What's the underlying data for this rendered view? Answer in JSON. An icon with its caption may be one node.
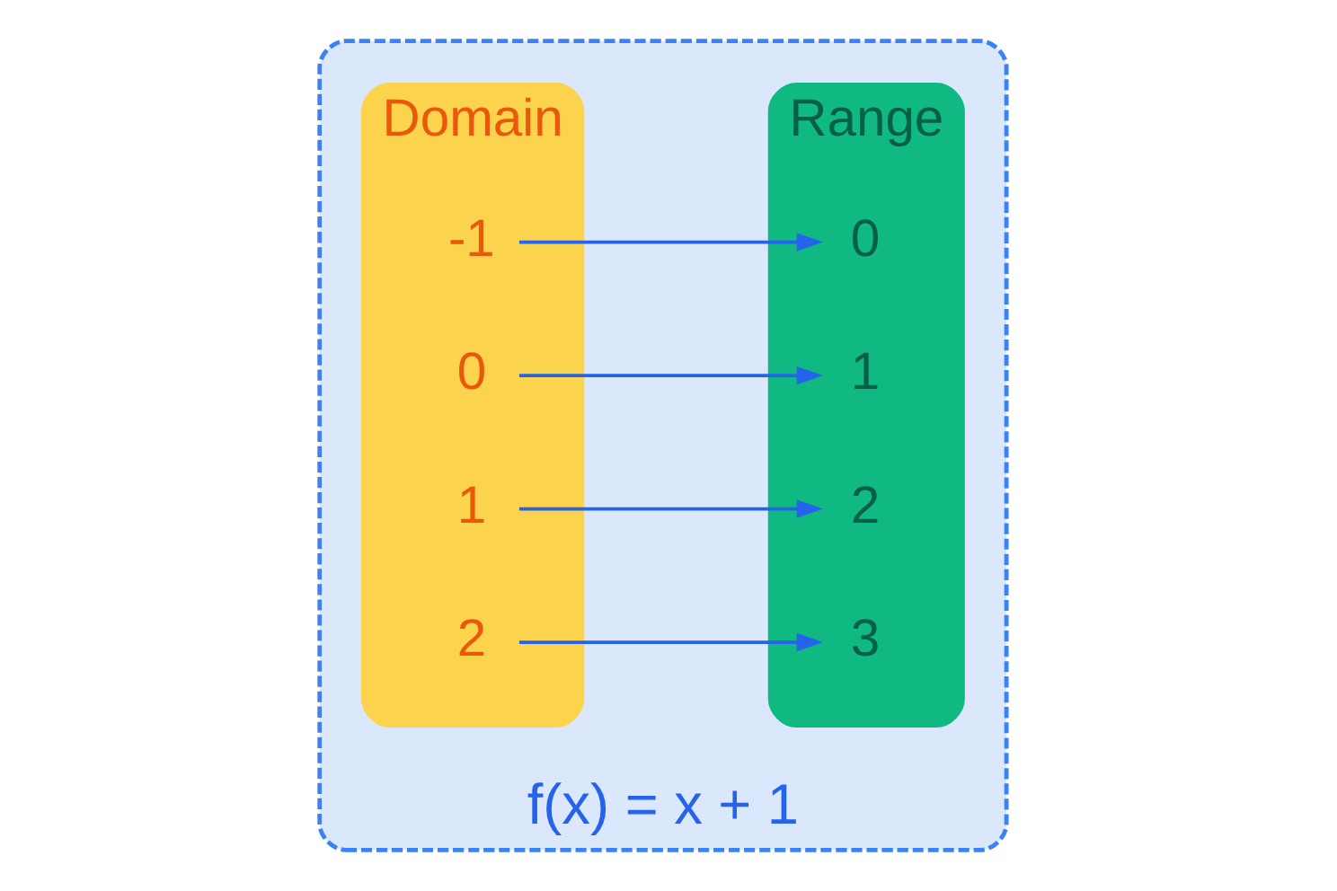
{
  "diagram": {
    "nodes": [
      {
        "text": [
          "f(x) = x + 1"
        ]
      },
      {
        "text": [
          "Domain"
        ],
        "in": 0
      },
      {
        "text": [
          "-1"
        ],
        "in": 1
      },
      {
        "text": [
          "0"
        ],
        "in": 1
      },
      {
        "text": [
          "1"
        ],
        "in": 1
      },
      {
        "text": [
          "2"
        ],
        "in": 1
      },
      {
        "text": [
          "Range"
        ],
        "in": 0
      },
      {
        "text": [
          "0"
        ],
        "in": 6
      },
      {
        "text": [
          "1"
        ],
        "in": 6
      },
      {
        "text": [
          "2"
        ],
        "in": 6
      },
      {
        "text": [
          "3"
        ],
        "in": 6
      }
    ],
    "edges": [
      {
        "from": 2,
        "to": 7,
        "arrow": "to"
      },
      {
        "from": 3,
        "to": 8,
        "arrow": "to"
      },
      {
        "from": 4,
        "to": 9,
        "arrow": "to"
      },
      {
        "from": 5,
        "to": 10,
        "arrow": "to"
      }
    ]
  }
}
